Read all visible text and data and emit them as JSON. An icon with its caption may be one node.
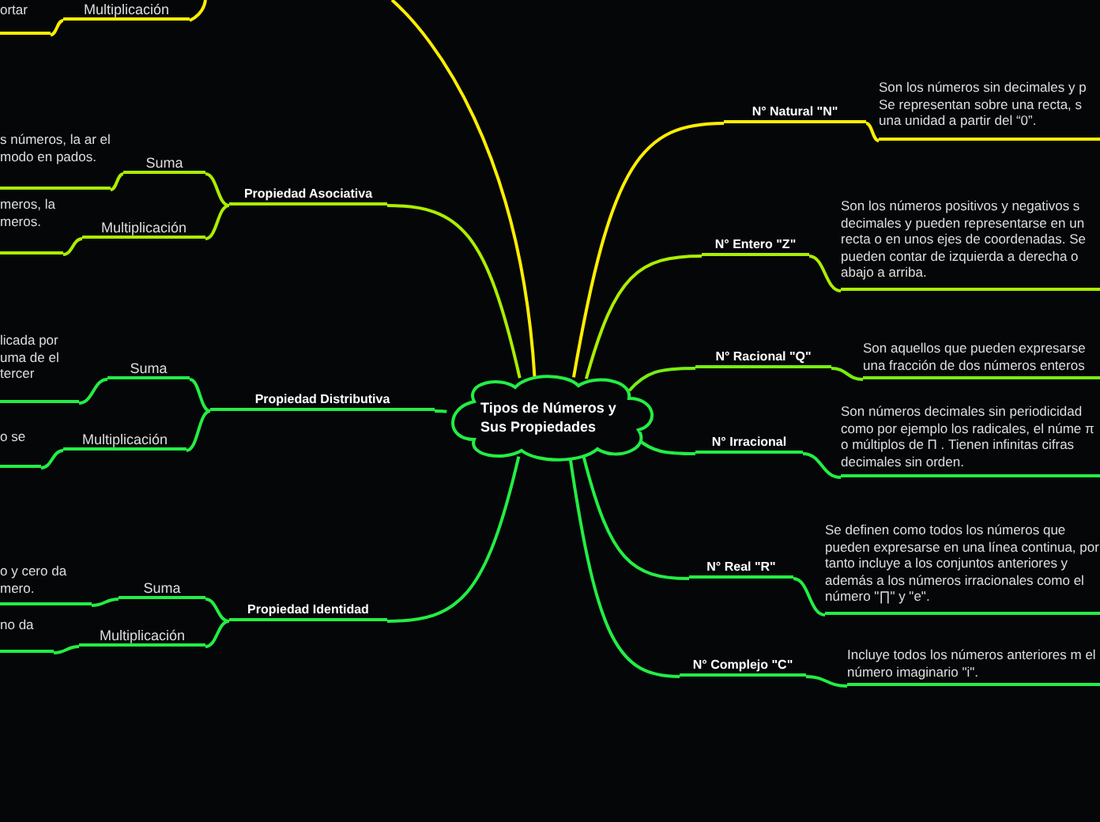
{
  "diagram": {
    "nodes": [
      {
        "text": [
          "Tipos de Números y Sus Propiedades"
        ]
      },
      {
        "text": [
          "Multiplicación"
        ]
      },
      {
        "text": [
          "ortar"
        ]
      },
      {
        "text": [
          "Propiedad Asociativa"
        ]
      },
      {
        "text": [
          "Suma"
        ]
      },
      {
        "text": [
          "s números, la ar el modo en pados."
        ]
      },
      {
        "text": [
          "Multiplicación"
        ]
      },
      {
        "text": [
          "meros, la meros."
        ]
      },
      {
        "text": [
          "Propiedad Distributiva"
        ]
      },
      {
        "text": [
          "Suma"
        ]
      },
      {
        "text": [
          "licada por uma de el tercer"
        ]
      },
      {
        "text": [
          "Multiplicación"
        ]
      },
      {
        "text": [
          "o se"
        ]
      },
      {
        "text": [
          "Propiedad Identidad"
        ]
      },
      {
        "text": [
          "Suma"
        ]
      },
      {
        "text": [
          "o y cero da mero."
        ]
      },
      {
        "text": [
          "Multiplicación"
        ]
      },
      {
        "text": [
          "no da"
        ]
      },
      {
        "text": [
          "N° Natural \"N\""
        ]
      },
      {
        "text": [
          "Son los números sin decimales y p Se representan sobre una recta, s una unidad a partir del “0”."
        ]
      },
      {
        "text": [
          "N° Entero \"Z\""
        ]
      },
      {
        "text": [
          "Son los números positivos y negativos s decimales y pueden representarse en un recta o en unos ejes de coordenadas. Se pueden contar de izquierda a derecha o abajo a arriba."
        ]
      },
      {
        "text": [
          "N° Racional \"Q\""
        ]
      },
      {
        "text": [
          "Son aquellos que pueden expresarse una fracción de dos números enteros"
        ]
      },
      {
        "text": [
          "N° Irracional"
        ]
      },
      {
        "text": [
          "Son números decimales sin periodicidad como por ejemplo los radicales, el núme π o múltiplos de Π . Tienen infinitas cifras decimales sin orden."
        ]
      },
      {
        "text": [
          "N° Real \"R\""
        ]
      },
      {
        "text": [
          "Se definen como todos los números que pueden expresarse en una línea continua, por tanto incluye a los conjuntos anteriores y además a los números irracionales como el número \"∏\" y \"e\"."
        ]
      },
      {
        "text": [
          "N° Complejo \"C\""
        ]
      },
      {
        "text": [
          "Incluye todos los números anteriores m el número imaginario \"i\"."
        ]
      }
    ],
    "edges": [
      {
        "from": 0,
        "to": null,
        "arrow": "none",
        "color": "#ffee00"
      },
      {
        "from": null,
        "to": 1,
        "arrow": "none",
        "color": "#ffee00"
      },
      {
        "from": 1,
        "to": 2,
        "arrow": "none",
        "color": "#ffee00"
      },
      {
        "from": 0,
        "to": 3,
        "arrow": "none",
        "color": "#aaee00"
      },
      {
        "from": 3,
        "to": 4,
        "arrow": "none",
        "color": "#aaee00"
      },
      {
        "from": 4,
        "to": 5,
        "arrow": "none",
        "color": "#aaee00"
      },
      {
        "from": 3,
        "to": 6,
        "arrow": "none",
        "color": "#aaee00"
      },
      {
        "from": 6,
        "to": 7,
        "arrow": "none",
        "color": "#aaee00"
      },
      {
        "from": 0,
        "to": 8,
        "arrow": "none"
      },
      {
        "from": 8,
        "to": 9,
        "arrow": "none"
      },
      {
        "from": 9,
        "to": 10,
        "arrow": "none"
      },
      {
        "from": 8,
        "to": 11,
        "arrow": "none"
      },
      {
        "from": 11,
        "to": 12,
        "arrow": "none"
      },
      {
        "from": 0,
        "to": 13,
        "arrow": "none"
      },
      {
        "from": 13,
        "to": 14,
        "arrow": "none"
      },
      {
        "from": 14,
        "to": 15,
        "arrow": "none"
      },
      {
        "from": 13,
        "to": 16,
        "arrow": "none"
      },
      {
        "from": 16,
        "to": 17,
        "arrow": "none"
      },
      {
        "from": 0,
        "to": 18,
        "arrow": "none",
        "color": "#ffee00"
      },
      {
        "from": 18,
        "to": 19,
        "arrow": "none",
        "color": "#ffee00"
      },
      {
        "from": 0,
        "to": 20,
        "arrow": "none",
        "color": "#aaee00"
      },
      {
        "from": 20,
        "to": 21,
        "arrow": "none",
        "color": "#aaee00"
      },
      {
        "from": 0,
        "to": 22,
        "arrow": "none",
        "color": "#77ee11"
      },
      {
        "from": 22,
        "to": 23,
        "arrow": "none",
        "color": "#77ee11"
      },
      {
        "from": 0,
        "to": 24,
        "arrow": "none"
      },
      {
        "from": 24,
        "to": 25,
        "arrow": "none"
      },
      {
        "from": 0,
        "to": 26,
        "arrow": "none"
      },
      {
        "from": 26,
        "to": 27,
        "arrow": "none"
      },
      {
        "from": 0,
        "to": 28,
        "arrow": "none"
      },
      {
        "from": 28,
        "to": 29,
        "arrow": "none"
      }
    ]
  }
}
